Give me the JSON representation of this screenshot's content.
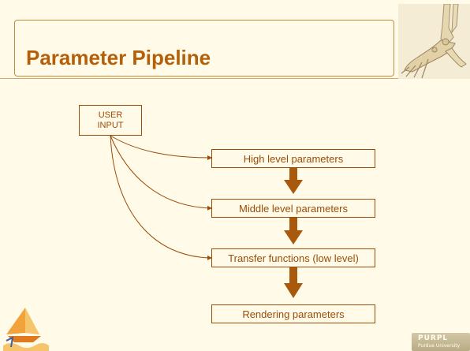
{
  "slide": {
    "title": "Parameter Pipeline"
  },
  "diagram": {
    "source": {
      "line1": "USER",
      "line2": "INPUT"
    },
    "stages": [
      {
        "label": "High level parameters"
      },
      {
        "label": "Middle level parameters"
      },
      {
        "label": "Transfer functions (low level)"
      },
      {
        "label": "Rendering parameters"
      }
    ],
    "colors": {
      "box_border": "#9a4c09",
      "text": "#9a4c09",
      "arrow_fill": "#a8590b",
      "title": "#b45f0a",
      "background": "#fffbe8"
    }
  },
  "branding": {
    "left_logo_icon": "sailboat-logo-icon",
    "right_logo": {
      "main": "PURPL",
      "sub": "Purdue University"
    },
    "header_art_icon": "foot-bones-illustration-icon"
  }
}
